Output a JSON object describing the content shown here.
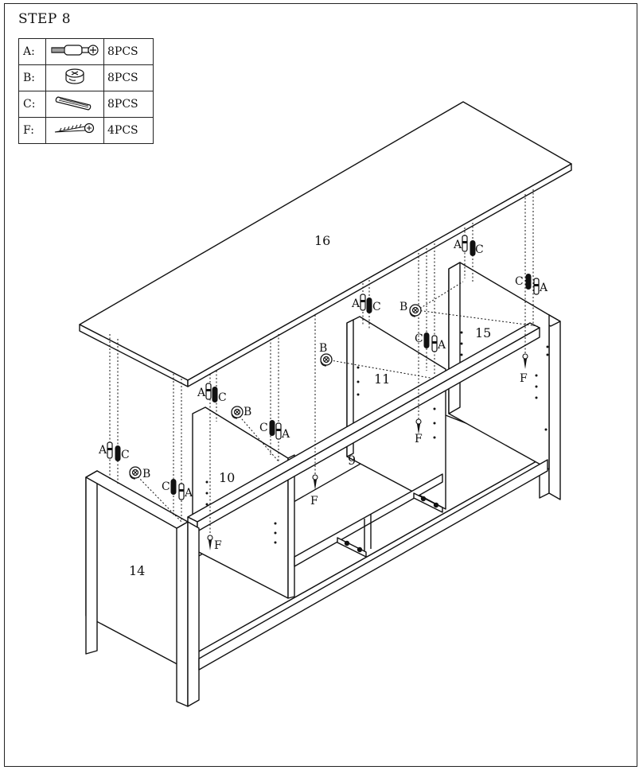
{
  "step": {
    "title": "STEP 8"
  },
  "parts": [
    {
      "label": "A:",
      "qty": "8PCS",
      "icon": "cam-bolt-icon"
    },
    {
      "label": "B:",
      "qty": "8PCS",
      "icon": "cam-lock-icon"
    },
    {
      "label": "C:",
      "qty": "8PCS",
      "icon": "wood-dowel-icon"
    },
    {
      "label": "F:",
      "qty": "4PCS",
      "icon": "screw-icon"
    }
  ],
  "panels": {
    "top": "16",
    "front_rail": "9",
    "divider_left": "10",
    "divider_center": "11",
    "side_left": "14",
    "side_right": "15"
  },
  "hardware_labels": {
    "a": "A",
    "b": "B",
    "c": "C",
    "f": "F"
  }
}
